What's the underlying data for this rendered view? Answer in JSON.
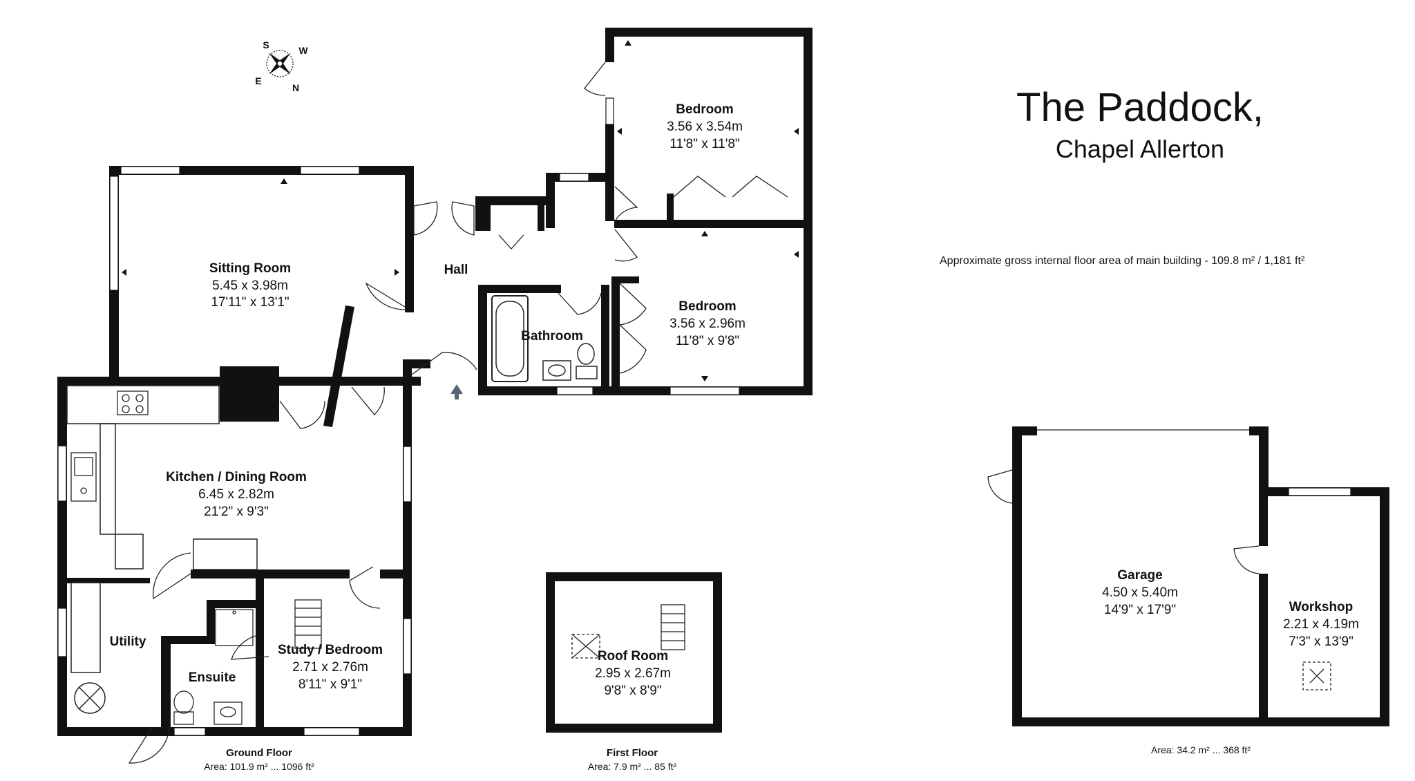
{
  "property": {
    "name": "The Paddock,",
    "location": "Chapel Allerton",
    "gross_area": "Approximate gross internal floor area of main building  -  109.8 m² / 1,181  ft²"
  },
  "compass": {
    "s": "S",
    "w": "W",
    "e": "E",
    "n": "N"
  },
  "rooms": {
    "sitting_room": {
      "name": "Sitting Room",
      "metric": "5.45 x 3.98m",
      "imperial": "17'11\" x 13'1\""
    },
    "hall": {
      "name": "Hall"
    },
    "bedroom_1": {
      "name": "Bedroom",
      "metric": "3.56 x 3.54m",
      "imperial": "11'8\" x 11'8\""
    },
    "bedroom_2": {
      "name": "Bedroom",
      "metric": "3.56 x 2.96m",
      "imperial": "11'8\" x 9'8\""
    },
    "bathroom": {
      "name": "Bathroom"
    },
    "kitchen": {
      "name": "Kitchen / Dining Room",
      "metric": "6.45 x 2.82m",
      "imperial": "21'2\" x 9'3\""
    },
    "utility": {
      "name": "Utility"
    },
    "ensuite": {
      "name": "Ensuite"
    },
    "study": {
      "name": "Study / Bedroom",
      "metric": "2.71 x 2.76m",
      "imperial": "8'11\" x 9'1\""
    },
    "roof_room": {
      "name": "Roof Room",
      "metric": "2.95 x 2.67m",
      "imperial": "9'8\" x 8'9\""
    },
    "garage": {
      "name": "Garage",
      "metric": "4.50 x 5.40m",
      "imperial": "14'9\" x 17'9\""
    },
    "workshop": {
      "name": "Workshop",
      "metric": "2.21 x 4.19m",
      "imperial": "7'3\" x 13'9\""
    }
  },
  "floors": {
    "ground": {
      "name": "Ground Floor",
      "area": "Area: 101.9 m² ... 1096 ft²"
    },
    "first": {
      "name": "First Floor",
      "area": "Area: 7.9 m² ... 85 ft²"
    },
    "outbuilding": {
      "area": "Area: 34.2 m² ... 368 ft²"
    }
  },
  "colors": {
    "wall": "#111111",
    "window": "#ffffff",
    "entrance_arrow": "#556677"
  }
}
